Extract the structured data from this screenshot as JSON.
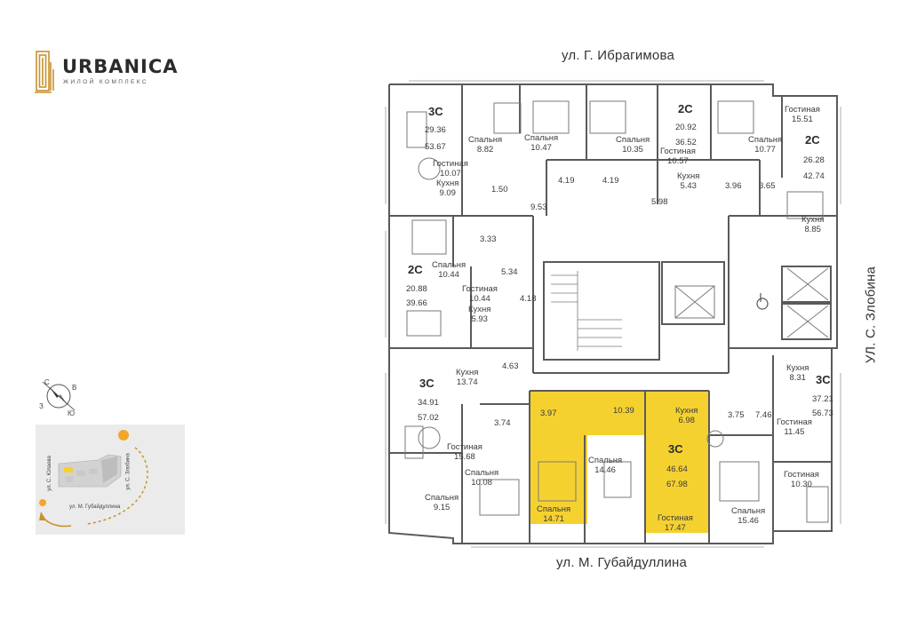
{
  "logo": {
    "name": "URBANICA",
    "subtitle": "ЖИЛОЙ КОМПЛЕКС"
  },
  "streets": {
    "top": "ул. Г. Ибрагимова",
    "bottom": "ул. М. Губайдуллина",
    "right": "УЛ. С. Злобина"
  },
  "compass": {
    "n": "С",
    "e": "В",
    "s": "Ю",
    "w": "З"
  },
  "minimap": {
    "street_left": "ул. С. Юлаева",
    "street_right": "ул. С. Злобина",
    "street_bottom": "ул. М. Губайдуллина"
  },
  "apartments": [
    {
      "type": "3С",
      "living": "29.36",
      "total": "53.67"
    },
    {
      "type": "2С",
      "living": "20.92",
      "total": "36.52"
    },
    {
      "type": "2С",
      "living": "26.28",
      "total": "42.74"
    },
    {
      "type": "2С",
      "living": "20.88",
      "total": "39.66"
    },
    {
      "type": "3С",
      "living": "34.91",
      "total": "57.02"
    },
    {
      "type": "3С",
      "living": "46.64",
      "total": "67.98",
      "highlighted": true
    },
    {
      "type": "3С",
      "living": "37.21",
      "total": "56.73"
    }
  ],
  "rooms": [
    {
      "name": "Спальня",
      "area": "8.82"
    },
    {
      "name": "Спальня",
      "area": "10.47"
    },
    {
      "name": "Спальня",
      "area": "10.35"
    },
    {
      "name": "Гостиная",
      "area": "10.57"
    },
    {
      "name": "Спальня",
      "area": "10.77"
    },
    {
      "name": "Гостиная",
      "area": "15.51"
    },
    {
      "name": "Гостиная",
      "area": "10.07"
    },
    {
      "name": "Кухня",
      "area": "9.09"
    },
    {
      "name": "Кухня",
      "area": "5.43"
    },
    {
      "name": "Кухня",
      "area": "8.85"
    },
    {
      "name": "Спальня",
      "area": "10.44"
    },
    {
      "name": "Гостиная",
      "area": "10.44"
    },
    {
      "name": "Кухня",
      "area": "5.93"
    },
    {
      "name": "Кухня",
      "area": "13.74"
    },
    {
      "name": "Гостиная",
      "area": "15.68"
    },
    {
      "name": "Спальня",
      "area": "10.08"
    },
    {
      "name": "Спальня",
      "area": "9.15"
    },
    {
      "name": "Спальня",
      "area": "14.46"
    },
    {
      "name": "Спальня",
      "area": "14.71"
    },
    {
      "name": "Кухня",
      "area": "6.98"
    },
    {
      "name": "Гостиная",
      "area": "17.47"
    },
    {
      "name": "Кухня",
      "area": "8.31"
    },
    {
      "name": "Гостиная",
      "area": "11.45"
    },
    {
      "name": "Гостиная",
      "area": "10.30"
    },
    {
      "name": "Спальня",
      "area": "15.46"
    }
  ],
  "small_areas": [
    "1.50",
    "4.19",
    "4.19",
    "9.53",
    "5.98",
    "3.96",
    "3.65",
    "3.33",
    "5.34",
    "4.18",
    "4.63",
    "3.97",
    "10.39",
    "3.74",
    "3.75",
    "7.46"
  ],
  "colors": {
    "highlight": "#f5d130",
    "wall": "#5a5a5a",
    "map_bg": "#ebebeb",
    "sun": "#f3a52a"
  }
}
